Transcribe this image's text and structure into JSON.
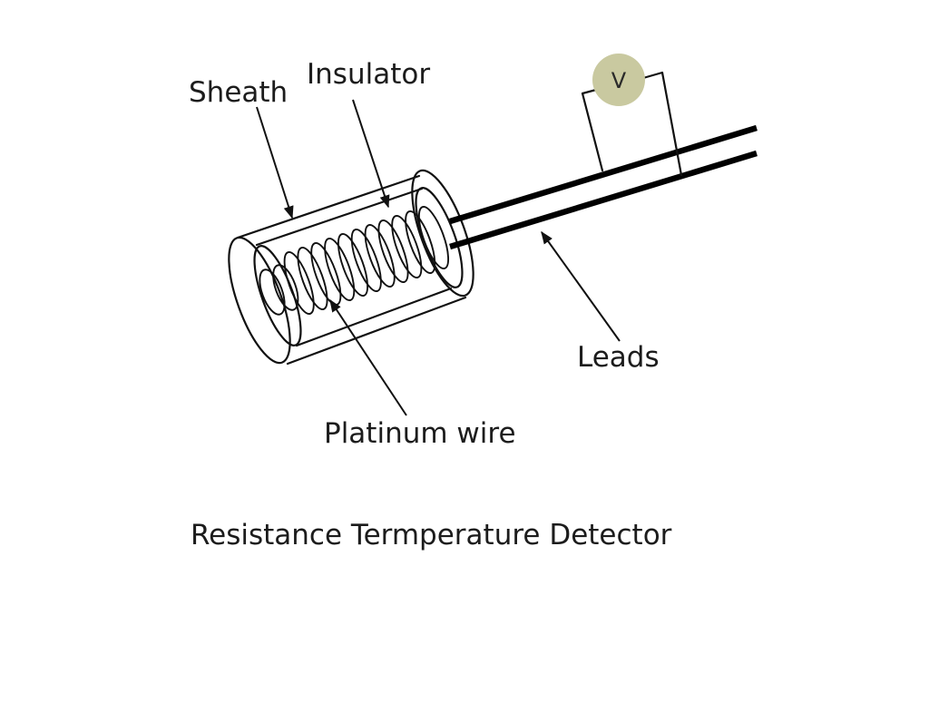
{
  "labels": {
    "sheath": "Sheath",
    "insulator": "Insulator",
    "platinum_wire": "Platinum wire",
    "leads": "Leads",
    "voltmeter": "V"
  },
  "caption": "Resistance Termperature Detector",
  "colors": {
    "voltmeter_fill": "#c9c9a0",
    "line": "#111111",
    "text": "#1c1c1c",
    "background": "#ffffff"
  }
}
